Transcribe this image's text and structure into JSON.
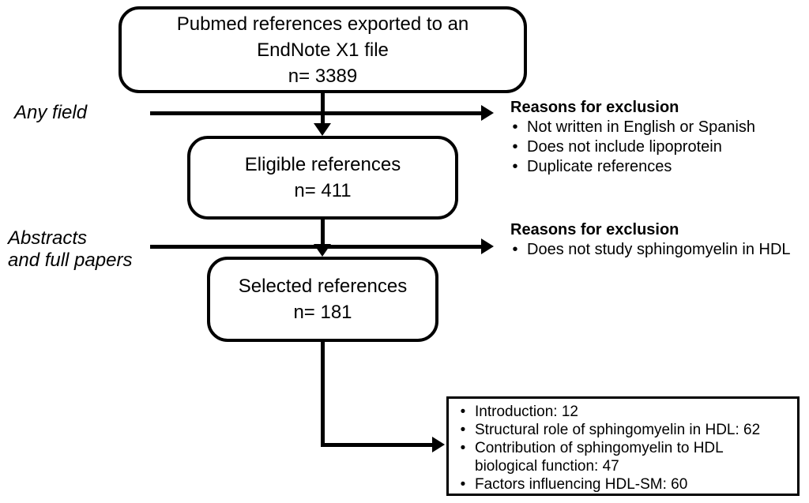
{
  "glyphs": {
    "bullet": "•"
  },
  "flow": {
    "nodes": {
      "pubmed": {
        "title_line1": "Pubmed references exported to an",
        "title_line2": "EndNote X1 file",
        "count": "n= 3389"
      },
      "eligible": {
        "title": "Eligible references",
        "count": "n= 411"
      },
      "selected": {
        "title": "Selected references",
        "count": "n= 181"
      }
    },
    "stage_labels": {
      "stage1": "Any field",
      "stage2_line1": "Abstracts",
      "stage2_line2": "and full papers"
    },
    "exclusions_stage1": {
      "title": "Reasons for exclusion",
      "items": [
        "Not written in English or Spanish",
        "Does not include lipoprotein",
        "Duplicate references"
      ]
    },
    "exclusions_stage2": {
      "title": "Reasons for exclusion",
      "items": [
        "Does not study sphingomyelin in HDL"
      ]
    },
    "categories": {
      "items": [
        "Introduction: 12",
        "Structural role of sphingomyelin in HDL: 62",
        "Contribution of sphingomyelin to HDL biological function: 47",
        "Factors influencing HDL-SM: 60"
      ]
    },
    "colors": {
      "stroke": "#000000",
      "background": "#ffffff"
    }
  }
}
